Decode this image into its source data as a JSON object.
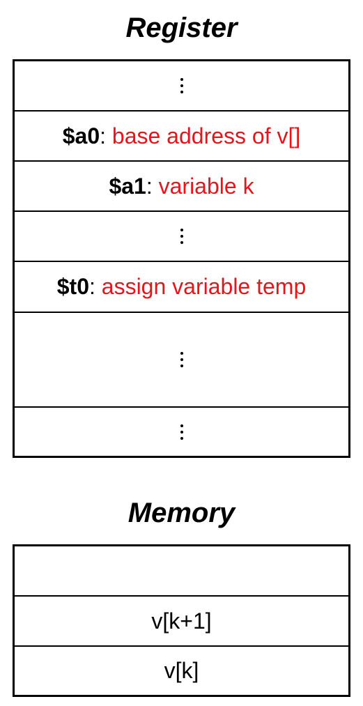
{
  "register": {
    "title": "Register",
    "rows": [
      {
        "type": "ellipsis"
      },
      {
        "type": "entry",
        "name": "$a0",
        "separator": ":",
        "description": "base address of v[]"
      },
      {
        "type": "entry",
        "name": "$a1",
        "separator": ":",
        "description": "variable k"
      },
      {
        "type": "ellipsis"
      },
      {
        "type": "entry",
        "name": "$t0",
        "separator": ":",
        "description": "assign variable temp"
      },
      {
        "type": "ellipsis"
      },
      {
        "type": "ellipsis"
      }
    ]
  },
  "memory": {
    "title": "Memory",
    "rows": [
      {
        "type": "empty",
        "label": ""
      },
      {
        "type": "entry",
        "label": "v[k+1]"
      },
      {
        "type": "entry",
        "label": "v[k]"
      }
    ]
  },
  "colors": {
    "register_name": "#000000",
    "description": "#e8141b",
    "border": "#000000"
  }
}
